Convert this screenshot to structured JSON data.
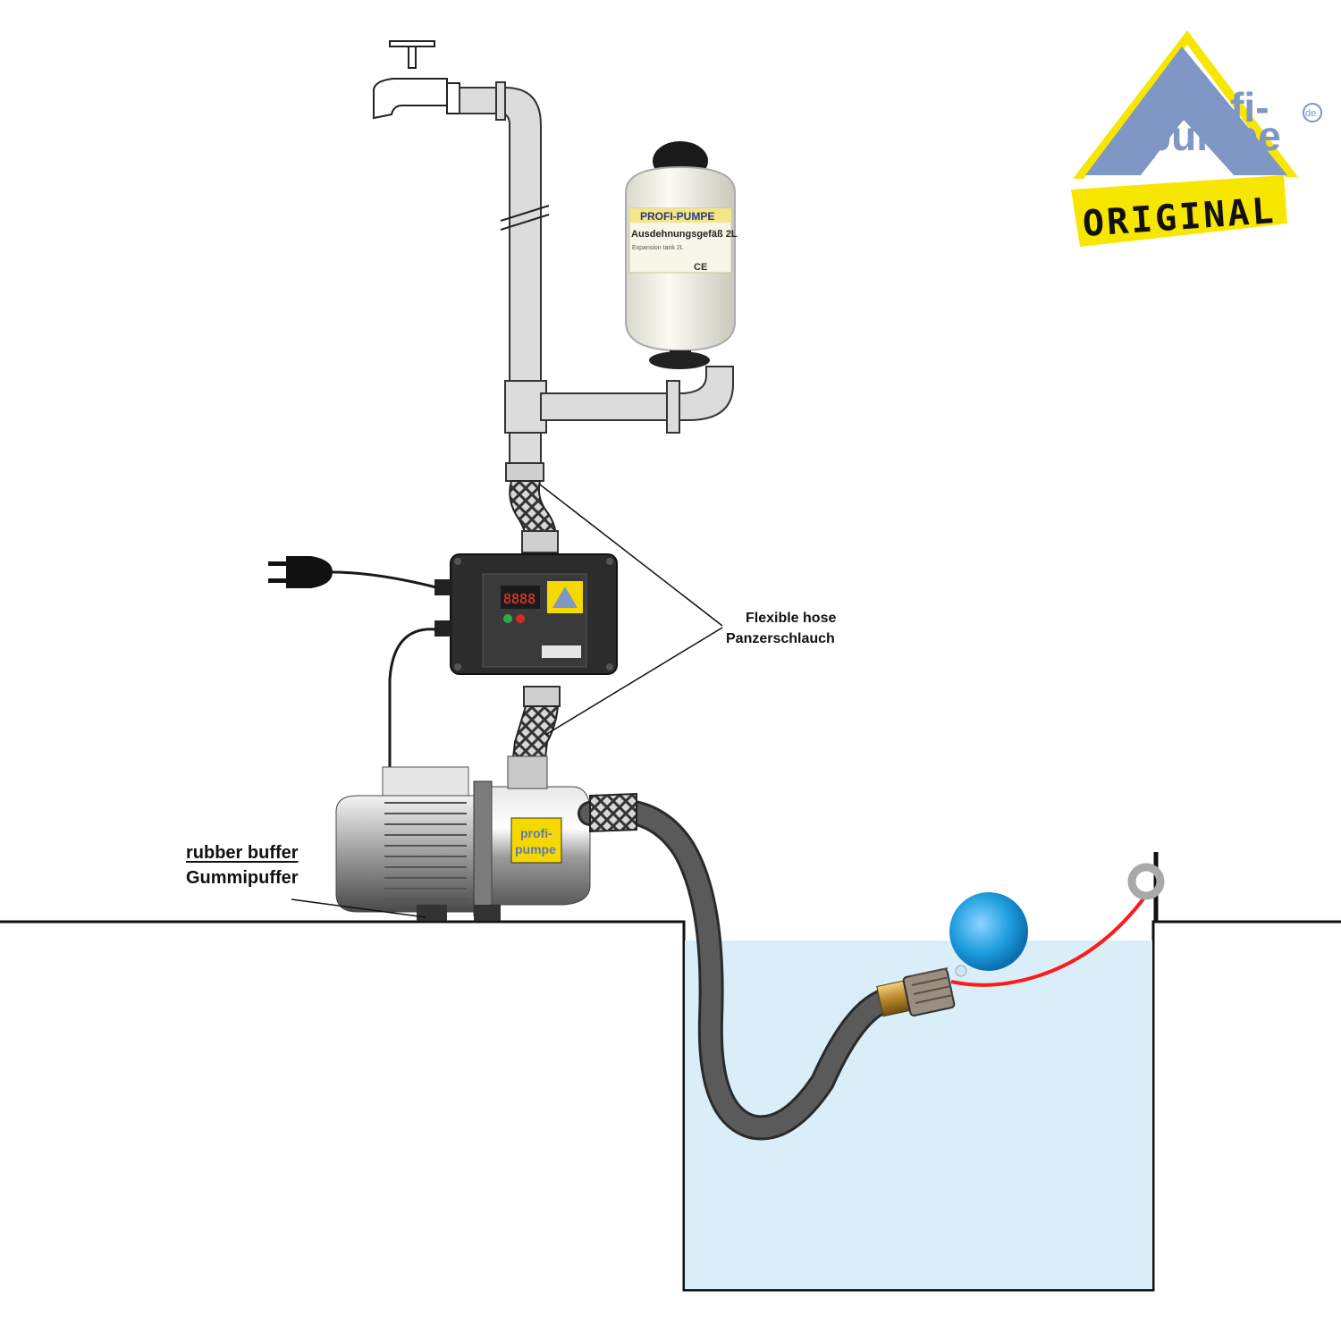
{
  "labels": {
    "flexible_hose_en": "Flexible hose",
    "flexible_hose_de": "Panzerschlauch",
    "rubber_buffer_en": "rubber buffer",
    "rubber_buffer_de": "Gummipuffer"
  },
  "logo": {
    "line1": "profi-",
    "line2": "pumpe",
    "suffix": "de",
    "badge": "ORIGINAL"
  },
  "expansion_vessel": {
    "brand": "PROFI-PUMPE",
    "title": "Ausdehnungsgefäß 2L",
    "subtitle": "Expansion tank 2L",
    "mark": "CE"
  },
  "pump_label": {
    "line1": "profi-",
    "line2": "pumpe"
  },
  "controller": {
    "display": "8888"
  },
  "colors": {
    "water": "#daeef9",
    "pipe": "#dcdcdc",
    "hose": "#555555",
    "float": "#1f9fe0",
    "rope": "#ff1a1a",
    "logo_blue": "#7e97c4",
    "logo_yellow": "#f7e600"
  }
}
